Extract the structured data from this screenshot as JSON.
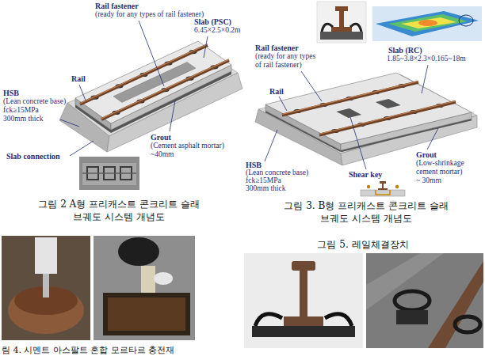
{
  "diagram": {
    "labels": [
      "Rail fastener",
      "(ready for any types of rail fastener)",
      "Rail",
      "Slab (PSC)",
      "6.45×2.5×0.2m",
      "HSB",
      "(Lean concrete base)",
      "fck≥15MPa",
      "300mm thick",
      "Slab connection",
      "Grout",
      "(Cement asphalt mortar)",
      "~40mm",
      "그림 2 A형 프리캐스트 콘크리트 슬래브궤도 시스템 개념도",
      "Rail fastener",
      "(ready for any types",
      "of rail fastener)",
      "Slab (RC)",
      "1.85~3.8×2.3×0.165~18m",
      "Rail",
      "HSB",
      "(Lean concrete base)",
      "fck≥15MPa",
      "300mm thick",
      "Shear key",
      "Grout",
      "(Low-shrinkage",
      "cement mortar)",
      "~ 30mm",
      "그림 3. B형 프리캐스트 콘크리트 슬래브궤도 시스템 개념도",
      "림 4. 시멘트 아스팔트 혼합 모르타르 충전재",
      "그림 5. 레일체결장치"
    ]
  }
}
